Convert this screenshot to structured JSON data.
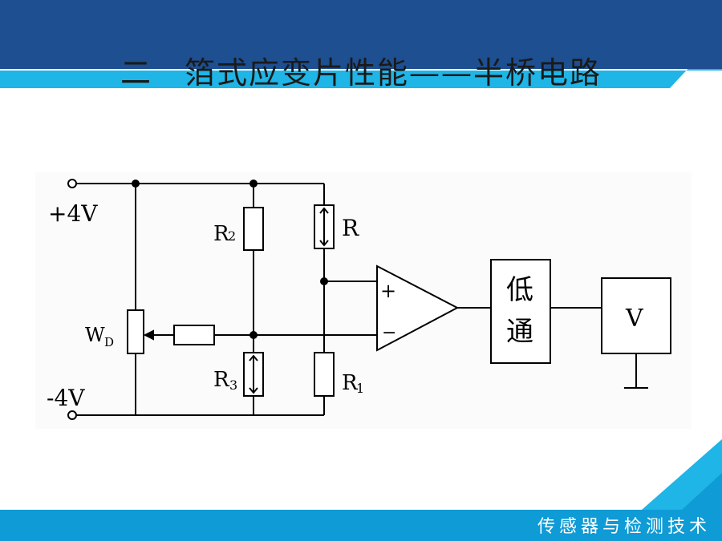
{
  "slide": {
    "title": "二　箔式应变片性能——半桥电路",
    "footer": "传感器与检测技术"
  },
  "colors": {
    "header_dark_blue": "#1d4f91",
    "header_light_blue": "#1fb5e6",
    "footer_blue": "#0e9bd6"
  },
  "circuit": {
    "supply_positive": "+4V",
    "supply_negative": "-4V",
    "potentiometer": "W",
    "potentiometer_sub": "D",
    "resistor_r2": "R",
    "resistor_r2_sub": "2",
    "resistor_r3": "R",
    "resistor_r3_sub": "3",
    "strain_gauge_r": "R",
    "resistor_r1": "R",
    "resistor_r1_sub": "1",
    "opamp_plus": "+",
    "opamp_minus": "−",
    "lowpass_char1": "低",
    "lowpass_char2": "通",
    "voltmeter": "V"
  }
}
